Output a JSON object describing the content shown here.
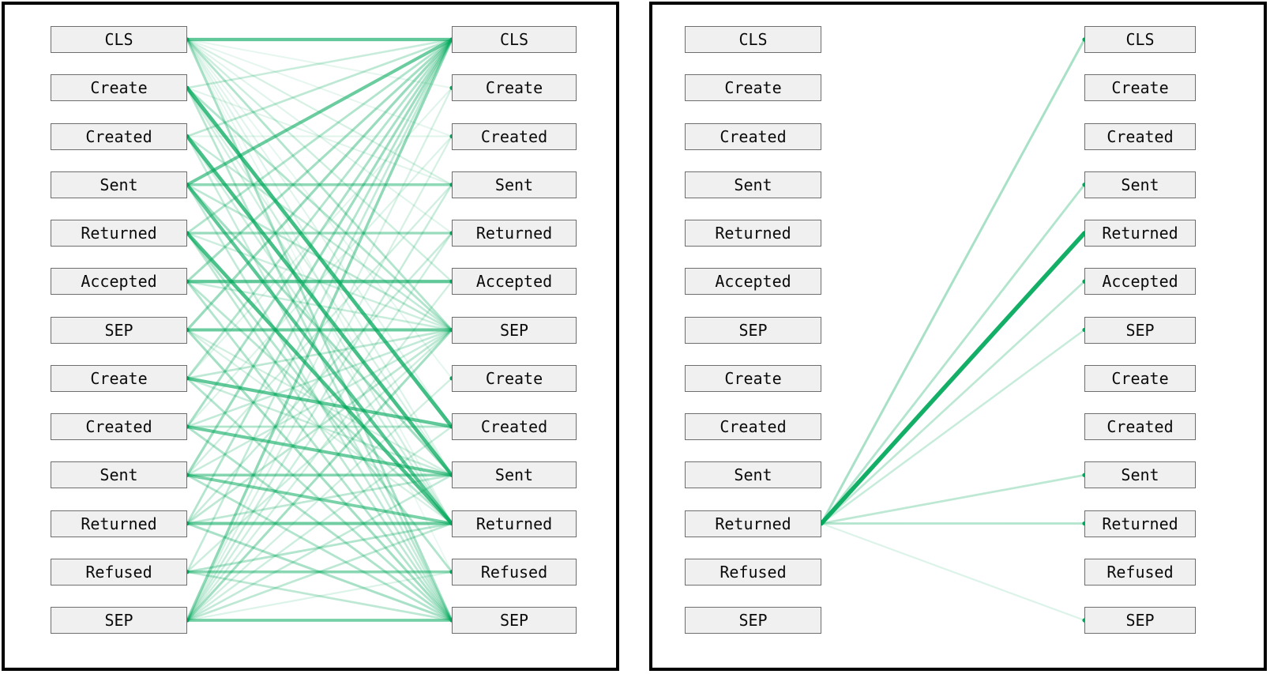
{
  "figure": {
    "type": "attention-bipartite-diagram",
    "panel_count": 2,
    "background": "#ffffff",
    "border_color": "#000000",
    "node_fill": "#f0f0f0",
    "node_border": "#6e6e6e",
    "edge_color": "#00a85a",
    "token_count": 13
  },
  "tokens": [
    "CLS",
    "Create",
    "Created",
    "Sent",
    "Returned",
    "Accepted",
    "SEP",
    "Create",
    "Created",
    "Sent",
    "Returned",
    "Refused",
    "SEP"
  ],
  "panels": [
    {
      "id": "panel-left",
      "name": "all-heads-attention",
      "left_column": {
        "name": "source-tokens",
        "labels": [
          "CLS",
          "Create",
          "Created",
          "Sent",
          "Returned",
          "Accepted",
          "SEP",
          "Create",
          "Created",
          "Sent",
          "Returned",
          "Refused",
          "SEP"
        ]
      },
      "right_column": {
        "name": "target-tokens",
        "labels": [
          "CLS",
          "Create",
          "Created",
          "Sent",
          "Returned",
          "Accepted",
          "SEP",
          "Create",
          "Created",
          "Sent",
          "Returned",
          "Refused",
          "SEP"
        ]
      }
    },
    {
      "id": "panel-right",
      "name": "single-token-attention",
      "selected_source_index": 10,
      "selected_source_label": "Returned",
      "left_column": {
        "name": "source-tokens",
        "labels": [
          "CLS",
          "Create",
          "Created",
          "Sent",
          "Returned",
          "Accepted",
          "SEP",
          "Create",
          "Created",
          "Sent",
          "Returned",
          "Refused",
          "SEP"
        ]
      },
      "right_column": {
        "name": "target-tokens",
        "labels": [
          "CLS",
          "Create",
          "Created",
          "Sent",
          "Returned",
          "Accepted",
          "SEP",
          "Create",
          "Created",
          "Sent",
          "Returned",
          "Refused",
          "SEP"
        ]
      }
    }
  ],
  "chart_data": {
    "type": "heatmap",
    "title": "",
    "xlabel": "",
    "ylabel": "",
    "legend": [],
    "grid": false,
    "description": "Bipartite attention graph: left column = source tokens, right column = target tokens, line opacity/width = attention weight.",
    "categories": [
      "CLS",
      "Create",
      "Created",
      "Sent",
      "Returned",
      "Accepted",
      "SEP",
      "Create",
      "Created",
      "Sent",
      "Returned",
      "Refused",
      "SEP"
    ],
    "left_panel_edges": [
      [
        0,
        0,
        0.62
      ],
      [
        0,
        1,
        0.1
      ],
      [
        0,
        2,
        0.1
      ],
      [
        0,
        3,
        0.16
      ],
      [
        0,
        4,
        0.12
      ],
      [
        0,
        5,
        0.2
      ],
      [
        0,
        6,
        0.3
      ],
      [
        0,
        7,
        0.1
      ],
      [
        0,
        8,
        0.12
      ],
      [
        0,
        9,
        0.14
      ],
      [
        0,
        10,
        0.1
      ],
      [
        0,
        11,
        0.08
      ],
      [
        0,
        12,
        0.34
      ],
      [
        1,
        0,
        0.22
      ],
      [
        1,
        3,
        0.12
      ],
      [
        1,
        6,
        0.3
      ],
      [
        1,
        8,
        0.74
      ],
      [
        1,
        9,
        0.16
      ],
      [
        1,
        10,
        0.18
      ],
      [
        1,
        12,
        0.28
      ],
      [
        2,
        0,
        0.26
      ],
      [
        2,
        2,
        0.12
      ],
      [
        2,
        6,
        0.24
      ],
      [
        2,
        9,
        0.72
      ],
      [
        2,
        10,
        0.2
      ],
      [
        2,
        12,
        0.22
      ],
      [
        3,
        0,
        0.58
      ],
      [
        3,
        3,
        0.44
      ],
      [
        3,
        6,
        0.26
      ],
      [
        3,
        9,
        0.36
      ],
      [
        3,
        10,
        0.64
      ],
      [
        3,
        12,
        0.24
      ],
      [
        4,
        0,
        0.3
      ],
      [
        4,
        4,
        0.4
      ],
      [
        4,
        6,
        0.2
      ],
      [
        4,
        10,
        0.7
      ],
      [
        4,
        11,
        0.3
      ],
      [
        4,
        12,
        0.26
      ],
      [
        5,
        0,
        0.36
      ],
      [
        5,
        5,
        0.62
      ],
      [
        5,
        6,
        0.22
      ],
      [
        5,
        10,
        0.28
      ],
      [
        5,
        12,
        0.3
      ],
      [
        6,
        0,
        0.4
      ],
      [
        6,
        6,
        0.58
      ],
      [
        6,
        9,
        0.18
      ],
      [
        6,
        10,
        0.16
      ],
      [
        6,
        12,
        0.36
      ],
      [
        7,
        0,
        0.3
      ],
      [
        7,
        1,
        0.12
      ],
      [
        7,
        6,
        0.26
      ],
      [
        7,
        8,
        0.62
      ],
      [
        7,
        9,
        0.22
      ],
      [
        7,
        12,
        0.3
      ],
      [
        8,
        0,
        0.34
      ],
      [
        8,
        2,
        0.14
      ],
      [
        8,
        6,
        0.24
      ],
      [
        8,
        8,
        0.3
      ],
      [
        8,
        9,
        0.58
      ],
      [
        8,
        12,
        0.32
      ],
      [
        9,
        0,
        0.38
      ],
      [
        9,
        3,
        0.18
      ],
      [
        9,
        6,
        0.22
      ],
      [
        9,
        9,
        0.48
      ],
      [
        9,
        10,
        0.52
      ],
      [
        9,
        12,
        0.3
      ],
      [
        10,
        0,
        0.3
      ],
      [
        10,
        4,
        0.22
      ],
      [
        10,
        6,
        0.26
      ],
      [
        10,
        9,
        0.26
      ],
      [
        10,
        10,
        0.56
      ],
      [
        10,
        12,
        0.34
      ],
      [
        11,
        0,
        0.24
      ],
      [
        11,
        6,
        0.2
      ],
      [
        11,
        10,
        0.3
      ],
      [
        11,
        11,
        0.46
      ],
      [
        11,
        12,
        0.26
      ],
      [
        12,
        0,
        0.44
      ],
      [
        12,
        1,
        0.16
      ],
      [
        12,
        2,
        0.16
      ],
      [
        12,
        3,
        0.22
      ],
      [
        12,
        4,
        0.2
      ],
      [
        12,
        5,
        0.18
      ],
      [
        12,
        6,
        0.36
      ],
      [
        12,
        7,
        0.18
      ],
      [
        12,
        8,
        0.2
      ],
      [
        12,
        9,
        0.24
      ],
      [
        12,
        10,
        0.26
      ],
      [
        12,
        11,
        0.14
      ],
      [
        12,
        12,
        0.54
      ]
    ],
    "right_panel_edges": [
      [
        10,
        0,
        0.34
      ],
      [
        10,
        3,
        0.3
      ],
      [
        10,
        4,
        0.92
      ],
      [
        10,
        5,
        0.26
      ],
      [
        10,
        6,
        0.22
      ],
      [
        10,
        9,
        0.26
      ],
      [
        10,
        10,
        0.3
      ],
      [
        10,
        12,
        0.14
      ]
    ]
  }
}
